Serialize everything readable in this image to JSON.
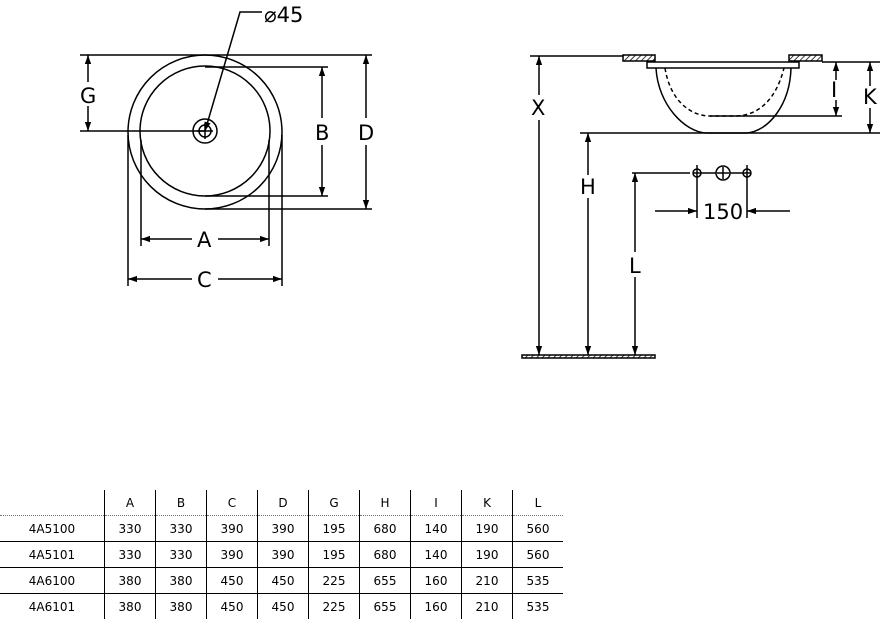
{
  "drawing": {
    "top_view": {
      "hole_diameter": "⌀45",
      "labels": {
        "G": "G",
        "B": "B",
        "D": "D",
        "A": "A",
        "C": "C"
      }
    },
    "side_view": {
      "labels": {
        "X": "X",
        "H": "H",
        "L": "L",
        "I": "I",
        "K": "K"
      },
      "tap_spacing": "150"
    }
  },
  "table": {
    "headers": [
      "",
      "A",
      "B",
      "C",
      "D",
      "G",
      "H",
      "I",
      "K",
      "L"
    ],
    "rows": [
      [
        "4A5100",
        "330",
        "330",
        "390",
        "390",
        "195",
        "680",
        "140",
        "190",
        "560"
      ],
      [
        "4A5101",
        "330",
        "330",
        "390",
        "390",
        "195",
        "680",
        "140",
        "190",
        "560"
      ],
      [
        "4A6100",
        "380",
        "380",
        "450",
        "450",
        "225",
        "655",
        "160",
        "210",
        "535"
      ],
      [
        "4A6101",
        "380",
        "380",
        "450",
        "450",
        "225",
        "655",
        "160",
        "210",
        "535"
      ]
    ]
  }
}
